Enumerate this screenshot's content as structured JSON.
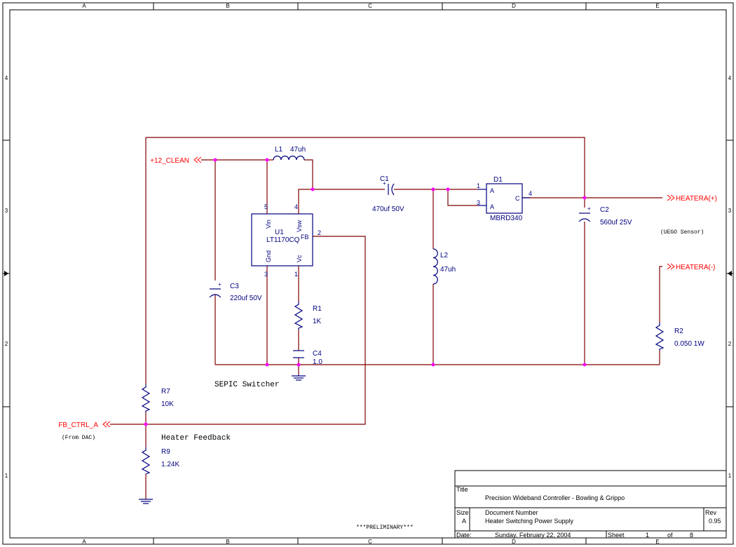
{
  "sheet": {
    "columns": [
      "A",
      "B",
      "C",
      "D",
      "E"
    ],
    "rows": [
      "4",
      "3",
      "2",
      "1"
    ]
  },
  "ports": {
    "supply": "+12_CLEAN",
    "heater_pos": "HEATERA(+)",
    "heater_neg": "HEATERA(-)",
    "fb_ctrl": "FB_CTRL_A"
  },
  "notes": {
    "from_dac": "(From DAC)",
    "uego": "(UEGO Sensor)",
    "sepic": "SEPIC Switcher",
    "heater_feedback": "Heater Feedback",
    "preliminary": "***PRELIMINARY***"
  },
  "components": {
    "L1": {
      "ref": "L1",
      "value": "47uh"
    },
    "U1": {
      "ref": "U1",
      "value": "LT1170CQ",
      "pins": {
        "vin": "Vin",
        "vsw": "Vsw",
        "gnd": "Gnd",
        "vc": "Vc",
        "fb": "FB",
        "p5": "5",
        "p4": "4",
        "p3": "3",
        "p1": "1",
        "p2": "2"
      }
    },
    "C1": {
      "ref": "C1",
      "value": "470uf 50V"
    },
    "D1": {
      "ref": "D1",
      "value": "MBRD340",
      "pins": {
        "a": "A",
        "c": "C",
        "p1": "1",
        "p3": "3",
        "p4": "4"
      }
    },
    "C2": {
      "ref": "C2",
      "value": "560uf 25V"
    },
    "L2": {
      "ref": "L2",
      "value": "47uh"
    },
    "C3": {
      "ref": "C3",
      "value": "220uf 50V"
    },
    "R1": {
      "ref": "R1",
      "value": "1K"
    },
    "C4": {
      "ref": "C4",
      "value": "1.0"
    },
    "R2": {
      "ref": "R2",
      "value": "0.050 1W"
    },
    "R7": {
      "ref": "R7",
      "value": "10K"
    },
    "R9": {
      "ref": "R9",
      "value": "1.24K"
    }
  },
  "title_block": {
    "title_label": "Title",
    "title": "Precision Wideband Controller - Bowling & Grippo",
    "size_label": "Size",
    "size": "A",
    "docnum_label": "Document Number",
    "docnum": "Heater Switching Power Supply",
    "rev_label": "Rev",
    "rev": "0.95",
    "date_label": "Date:",
    "date": "Sunday, February 22, 2004",
    "sheet_label": "Sheet",
    "sheet_num": "1",
    "of_label": "of",
    "sheet_total": "8"
  }
}
